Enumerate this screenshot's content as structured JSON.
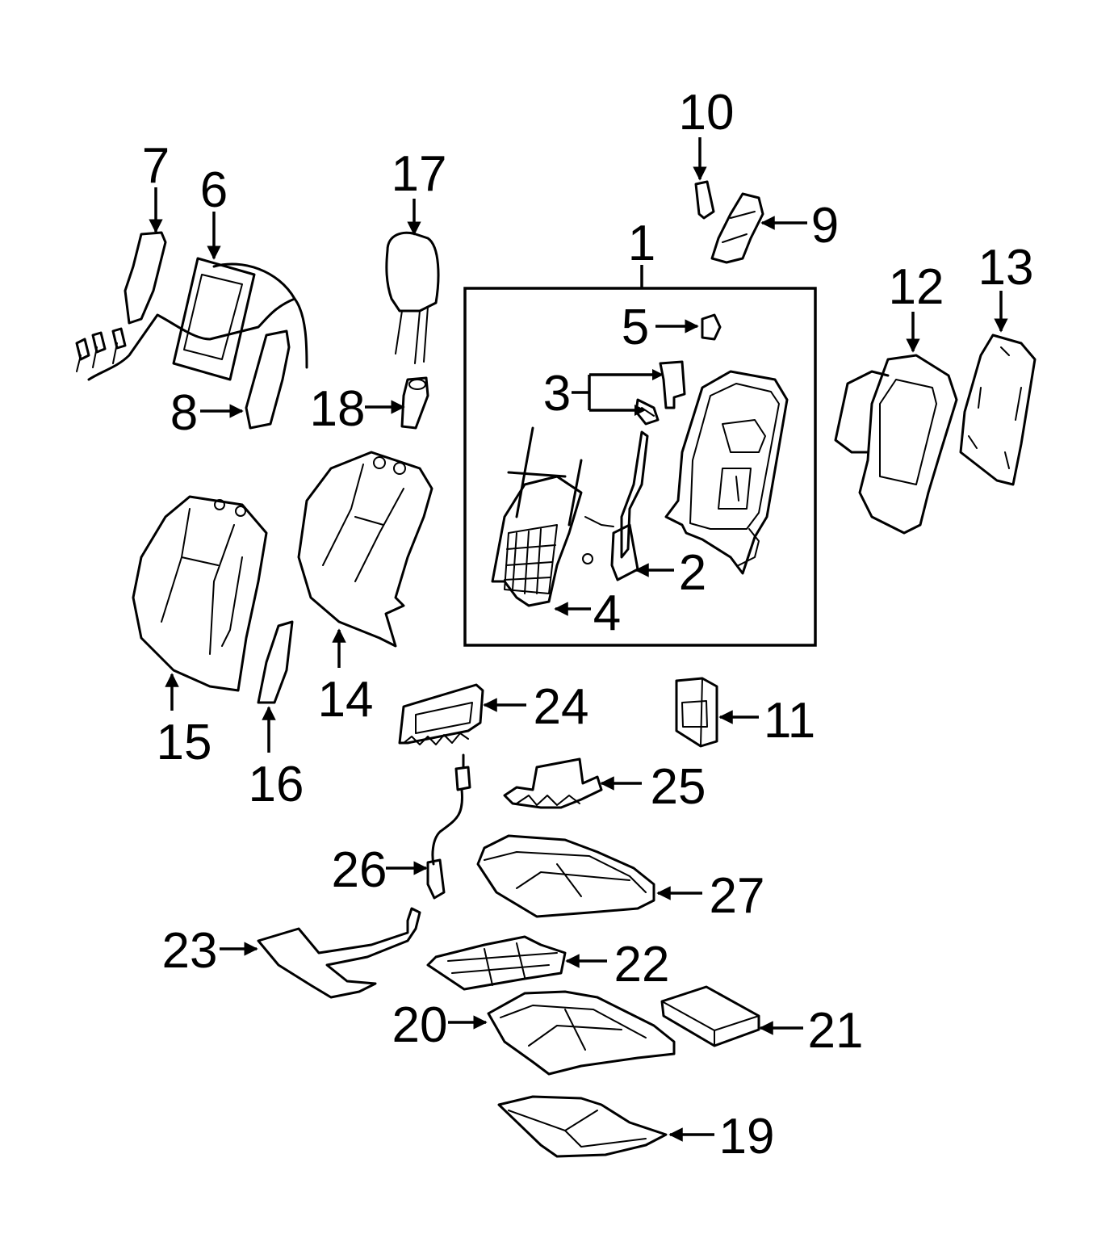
{
  "diagram": {
    "background": "#ffffff",
    "ink": "#000000",
    "callouts": [
      {
        "id": "1",
        "text": "1"
      },
      {
        "id": "2",
        "text": "2"
      },
      {
        "id": "3",
        "text": "3"
      },
      {
        "id": "4",
        "text": "4"
      },
      {
        "id": "5",
        "text": "5"
      },
      {
        "id": "6",
        "text": "6"
      },
      {
        "id": "7",
        "text": "7"
      },
      {
        "id": "8",
        "text": "8"
      },
      {
        "id": "9",
        "text": "9"
      },
      {
        "id": "10",
        "text": "10"
      },
      {
        "id": "11",
        "text": "11"
      },
      {
        "id": "12",
        "text": "12"
      },
      {
        "id": "13",
        "text": "13"
      },
      {
        "id": "14",
        "text": "14"
      },
      {
        "id": "15",
        "text": "15"
      },
      {
        "id": "16",
        "text": "16"
      },
      {
        "id": "17",
        "text": "17"
      },
      {
        "id": "18",
        "text": "18"
      },
      {
        "id": "19",
        "text": "19"
      },
      {
        "id": "20",
        "text": "20"
      },
      {
        "id": "21",
        "text": "21"
      },
      {
        "id": "22",
        "text": "22"
      },
      {
        "id": "23",
        "text": "23"
      },
      {
        "id": "24",
        "text": "24"
      },
      {
        "id": "25",
        "text": "25"
      },
      {
        "id": "26",
        "text": "26"
      },
      {
        "id": "27",
        "text": "27"
      }
    ]
  }
}
